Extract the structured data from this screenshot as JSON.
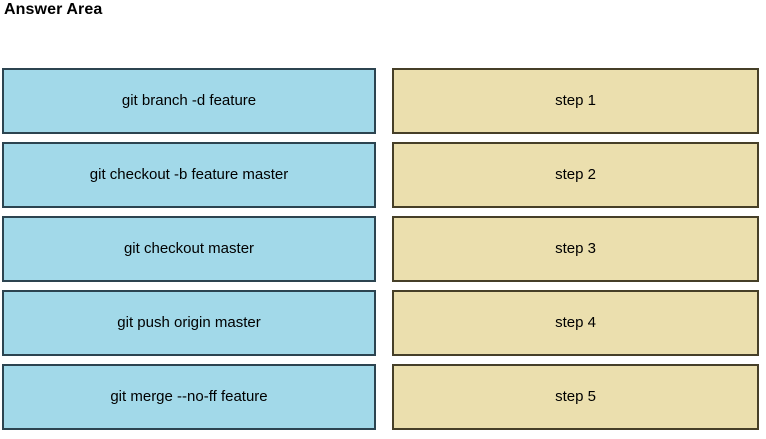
{
  "page": {
    "title": "Answer Area",
    "background_color": "#ffffff"
  },
  "colors": {
    "command_fill": "#a2d9e9",
    "command_border": "#2c4450",
    "step_fill": "#ebdfae",
    "step_border": "#463f28",
    "text": "#000000"
  },
  "answer_area": {
    "rows": [
      {
        "command": "git branch -d feature",
        "step": "step 1"
      },
      {
        "command": "git checkout -b feature master",
        "step": "step 2"
      },
      {
        "command": "git checkout master",
        "step": "step 3"
      },
      {
        "command": "git push origin master",
        "step": "step 4"
      },
      {
        "command": "git merge --no-ff feature",
        "step": "step 5"
      }
    ]
  }
}
